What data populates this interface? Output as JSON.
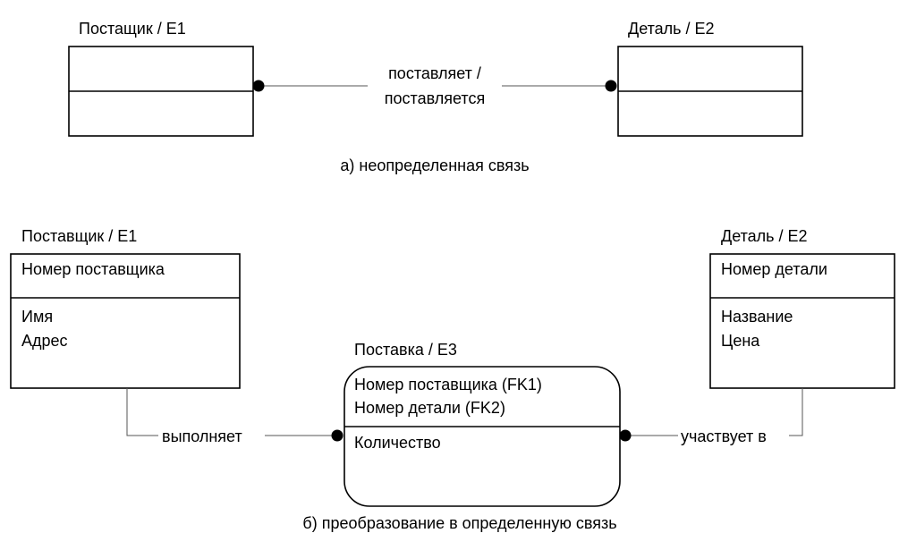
{
  "part_a": {
    "supplier": {
      "title": "Постащик / E1"
    },
    "detail": {
      "title": "Деталь / E2"
    },
    "relationship": {
      "label_line1": "поставляет /",
      "label_line2": "поставляется"
    },
    "caption": "а) неопределенная связь"
  },
  "part_b": {
    "supplier": {
      "title": "Поставщик / E1",
      "key": "Номер поставщика",
      "attrs": [
        "Имя",
        "Адрес"
      ]
    },
    "detail": {
      "title": "Деталь / E2",
      "key": "Номер детали",
      "attrs": [
        "Название",
        "Цена"
      ]
    },
    "supply": {
      "title": "Поставка / E3",
      "keys": [
        "Номер поставщика (FK1)",
        "Номер детали (FK2)"
      ],
      "attrs": [
        "Количество"
      ]
    },
    "rel_left": "выполняет",
    "rel_right": "участвует в",
    "caption": "б) преобразование в определенную связь"
  }
}
